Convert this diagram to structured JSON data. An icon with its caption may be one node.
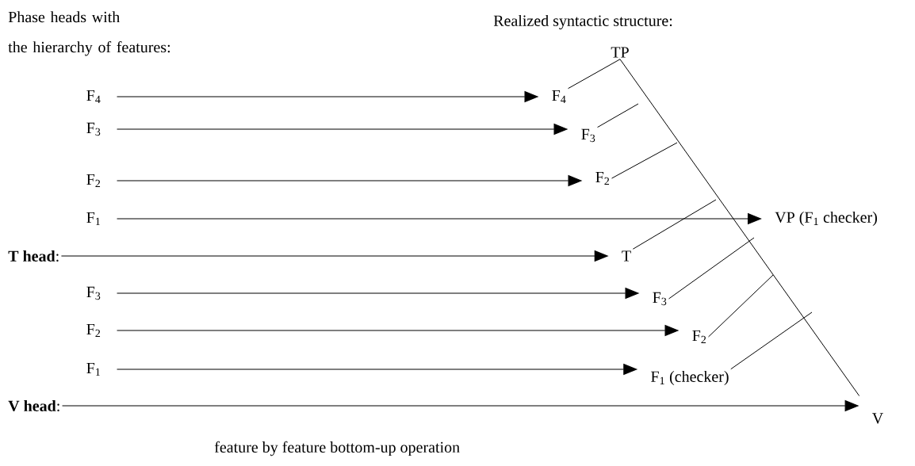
{
  "diagram": {
    "title": "Realized syntactic structure:",
    "nodes": [
      {
        "text": [
          "F$_{4}$"
        ]
      },
      {
        "text": [
          "F$_{3}$"
        ]
      },
      {
        "text": [
          "F$_{2}$"
        ]
      },
      {
        "text": [
          "F$_{1}$"
        ]
      },
      {
        "text": [
          "**T head**:"
        ]
      },
      {
        "text": [
          "F$_{3}$"
        ]
      },
      {
        "text": [
          "F$_{2}$"
        ]
      },
      {
        "text": [
          "F$_{1}$"
        ]
      },
      {
        "text": [
          "**V head**:"
        ]
      },
      {
        "text": [
          "TP"
        ]
      },
      {
        "text": [
          "F$_{4}$"
        ]
      },
      {
        "text": [
          "F$_{3}$"
        ]
      },
      {
        "text": [
          "F$_{2}$"
        ]
      },
      {
        "text": [
          "VP (F$_{1}$ checker)"
        ]
      },
      {
        "text": [
          "T"
        ]
      },
      {
        "text": [
          "F$_{3}$"
        ]
      },
      {
        "text": [
          "F$_{2}$"
        ]
      },
      {
        "text": [
          "F$_{1}$ (checker)"
        ]
      },
      {
        "text": [
          "V"
        ]
      }
    ],
    "edges": [
      {
        "from": 0,
        "to": 10,
        "arrow": "to"
      },
      {
        "from": 1,
        "to": 11,
        "arrow": "to"
      },
      {
        "from": 2,
        "to": 12,
        "arrow": "to"
      },
      {
        "from": 3,
        "to": 13,
        "arrow": "to"
      },
      {
        "from": 4,
        "to": 14,
        "arrow": "to"
      },
      {
        "from": 5,
        "to": 15,
        "arrow": "to"
      },
      {
        "from": 6,
        "to": 16,
        "arrow": "to"
      },
      {
        "from": 7,
        "to": 17,
        "arrow": "to"
      },
      {
        "from": 8,
        "to": 18,
        "arrow": "to"
      },
      {
        "from": 9,
        "to": 18,
        "arrow": "none"
      },
      {
        "from": 9,
        "to": 10,
        "arrow": "none"
      },
      {
        "from": 11,
        "to": null,
        "arrow": "none"
      },
      {
        "from": 12,
        "to": null,
        "arrow": "none"
      },
      {
        "from": 14,
        "to": null,
        "arrow": "none"
      },
      {
        "from": 15,
        "to": null,
        "arrow": "none"
      },
      {
        "from": 16,
        "to": null,
        "arrow": "none"
      },
      {
        "from": 17,
        "to": null,
        "arrow": "none"
      }
    ],
    "labels": [
      "Phase heads with the hierarchy of features:",
      "feature by feature bottom-up operation"
    ]
  }
}
